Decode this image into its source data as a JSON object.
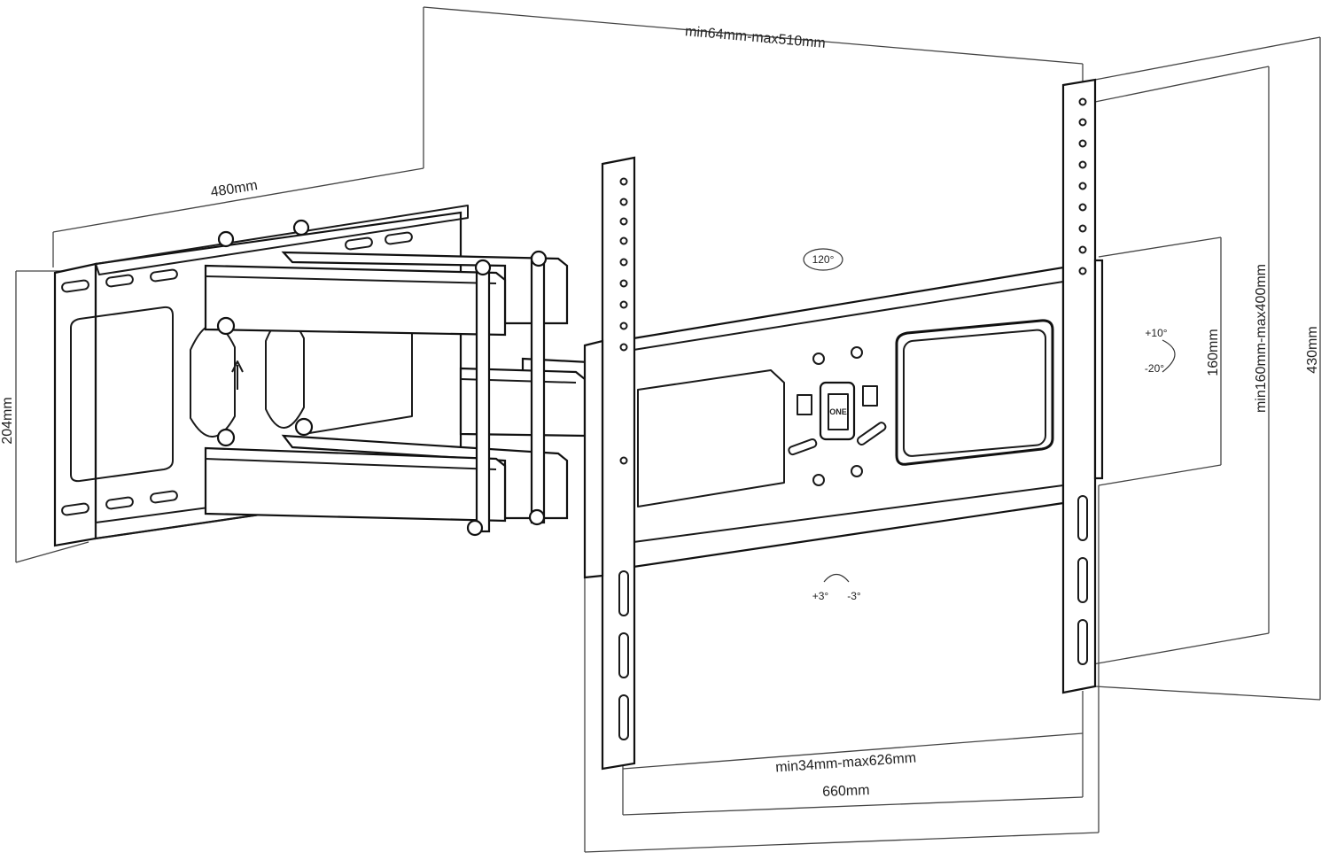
{
  "dimensions": {
    "vesa_width": "min64mm-max510mm",
    "wall_plate_width": "480mm",
    "wall_plate_height": "204mm",
    "vesa_height": "min160mm-max400mm",
    "tv_plate_height": "430mm",
    "wall_plate_hole_spacing": "160mm",
    "extension": "min34mm-max626mm",
    "tv_plate_width": "660mm"
  },
  "angles": {
    "swivel": "120°",
    "tilt_up": "+10°",
    "tilt_down": "-20°",
    "level_plus": "+3°",
    "level_minus": "-3°"
  },
  "logo": "ONE"
}
